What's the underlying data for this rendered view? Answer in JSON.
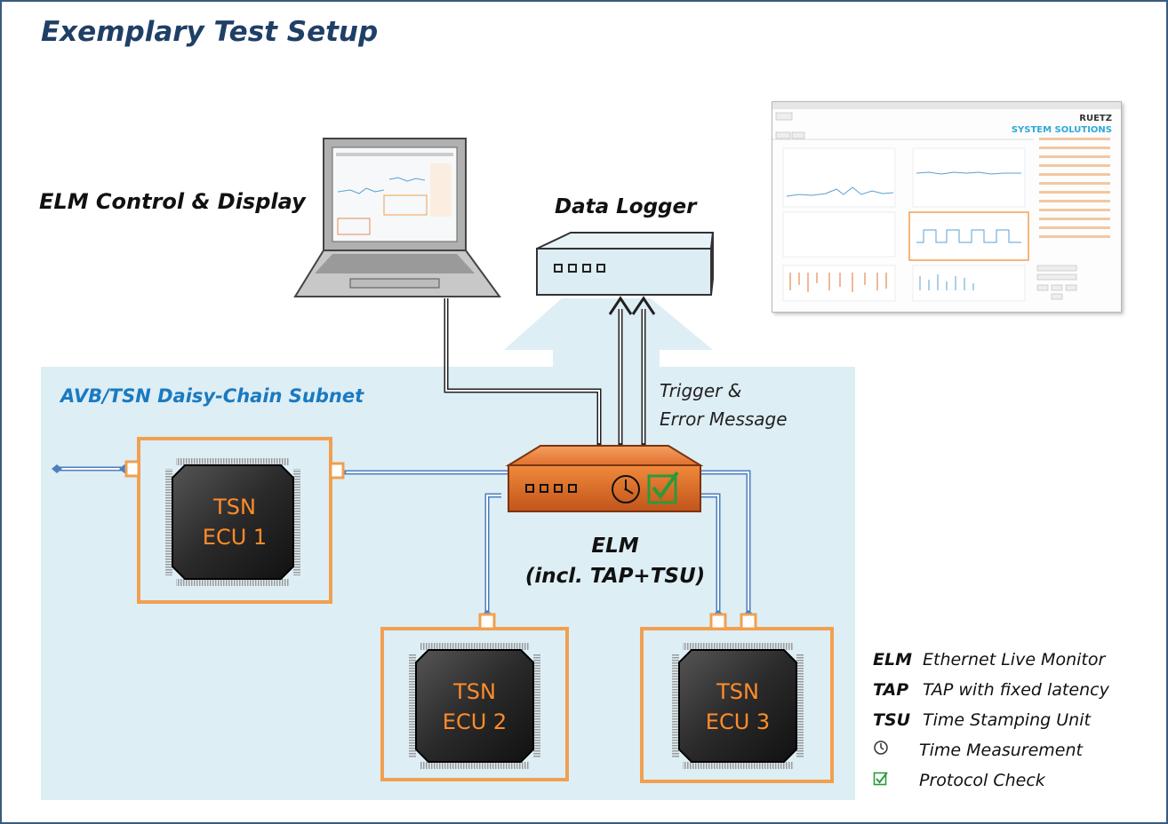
{
  "title": "Exemplary Test Setup",
  "subnet_label": "AVB/TSN Daisy-Chain Subnet",
  "labels": {
    "elm_control": "ELM Control & Display",
    "data_logger": "Data Logger",
    "trigger_line1": "Trigger &",
    "trigger_line2": "Error Message",
    "elm_name": "ELM",
    "elm_sub": "(incl. TAP+TSU)"
  },
  "ecus": [
    {
      "line1": "TSN",
      "line2": "ECU 1"
    },
    {
      "line1": "TSN",
      "line2": "ECU 2"
    },
    {
      "line1": "TSN",
      "line2": "ECU 3"
    }
  ],
  "legend": [
    {
      "abbr": "ELM",
      "desc": "Ethernet Live Monitor"
    },
    {
      "abbr": "TAP",
      "desc": "TAP with fixed latency"
    },
    {
      "abbr": "TSU",
      "desc": "Time Stamping Unit"
    },
    {
      "symbol": "⌚",
      "icon": "clock-icon",
      "desc": "Time Measurement"
    },
    {
      "symbol": "☑",
      "icon": "checkbox-icon",
      "desc": "Protocol Check"
    }
  ],
  "screenshot": {
    "brand_line1": "RUETZ",
    "brand_line2": "SYSTEM SOLUTIONS"
  },
  "colors": {
    "frame": "#3a5a80",
    "title": "#1f3f66",
    "subnet_bg": "#deeef5",
    "subnet_label": "#1a7ac0",
    "ecu_orange": "#f0a050",
    "ecu_text": "#ff8c2a",
    "elm_box": "#d9661e",
    "link_blue": "#4a7fc0",
    "check_green": "#2a9a3a"
  }
}
